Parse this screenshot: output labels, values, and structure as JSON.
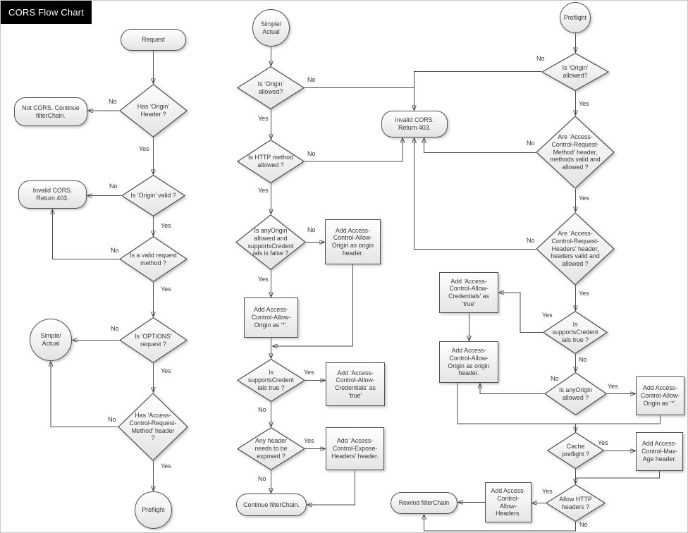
{
  "title": "CORS Flow Chart",
  "labels": {
    "yes": "Yes",
    "no": "No"
  },
  "colors": {
    "title_bg": "#000000",
    "title_text": "#ffffff",
    "shape_border": "#4f4f4f",
    "shape_fill_top": "#ffffff",
    "shape_fill_bottom": "#e3e3e3",
    "connector": "#4a4a4a",
    "text": "#383838"
  },
  "nodes": {
    "request": "Request",
    "has_origin_header": "Has ‘Origin’\nHeader ?",
    "not_cors": "Not CORS. Continue\nfilterChain.",
    "is_origin_valid": "Is ‘Origin’ valid ?",
    "invalid_cors_left": "Invalid CORS.\nReturn 403.",
    "is_valid_request_method": "Is a valid request\nmethod ?",
    "is_options_request": "Is ‘OPTIONS’\nrequest ?",
    "simple_actual_left": "Simple/\nActual",
    "has_acrm_header": "Has ‘Access-\nControl-Request-\nMethod’ header\n?",
    "preflight_left": "Preflight",
    "simple_actual_mid": "Simple/\nActual",
    "is_origin_allowed_mid": "Is ‘Origin’\nallowed?",
    "is_http_method_allowed": "Is HTTP method\nallowed ?",
    "anyorigin_supportscred": "Is anyOrigin\nallowed and\nsupportsCredent\nials is false ?",
    "add_origin_header_mid": "Add Access-\nControl-Allow-\nOrigin as origin\nheader.",
    "add_origin_star_mid": "Add Access-\nControl-Allow-\nOrigin as ‘*’.",
    "supportscred_mid": "Is\nsupportsCredent\nials true ?",
    "add_credentials_mid": "Add ‘Access-\nControl-Allow-\nCredentials’ as\n‘true’",
    "any_header_exposed": "Any header\nneeds to be\nexposed ?",
    "add_expose_headers": "Add ‘Access-\nControl-Expose-\nHeaders’ header.",
    "continue_filterchain": "Continue filterChain.",
    "invalid_cors_mid": "Invalid CORS.\nReturn 403.",
    "preflight_right": "Preflight",
    "is_origin_allowed_right": "Is ‘Origin’\nallowed?",
    "acrm_valid": "Are ‘Access-\nControl-Request-\nMethod’ header,\nmethods  valid and\nallowed ?",
    "acrh_valid": "Are ‘Access-\nControl-Request-\nHeaders’ header,\nheaders valid and\nallowed ?",
    "supportscred_right": "Is\nsupportsCredent\nials true ?",
    "add_credentials_right": "Add ‘Access-\nControl-Allow-\nCredentials’ as\n‘true’",
    "add_origin_header_right": "Add Access-\nControl-Allow-\nOrigin as origin\nheader.",
    "anyorigin_right": "Is anyOrigin\nallowed ?",
    "add_origin_star_right": "Add Access-\nControl-Allow-\nOrigin as ‘*’.",
    "cache_preflight": "Cache\npreflight ?",
    "add_max_age": "Add Access-\nControl-Max-\nAge header.",
    "allow_http_headers": "Allow HTTP\nheaders ?",
    "add_allow_headers": "Add Access-\nControl-\nAllow-\nHeaders.",
    "rewind_filterchain": "Rewind filterChain"
  },
  "edges": [
    {
      "from": "request",
      "to": "has_origin_header",
      "label": ""
    },
    {
      "from": "has_origin_header",
      "to": "not_cors",
      "label": "No"
    },
    {
      "from": "has_origin_header",
      "to": "is_origin_valid",
      "label": "Yes"
    },
    {
      "from": "is_origin_valid",
      "to": "invalid_cors_left",
      "label": "No"
    },
    {
      "from": "is_origin_valid",
      "to": "is_valid_request_method",
      "label": "Yes"
    },
    {
      "from": "is_valid_request_method",
      "to": "invalid_cors_left",
      "label": "No"
    },
    {
      "from": "is_valid_request_method",
      "to": "is_options_request",
      "label": "Yes"
    },
    {
      "from": "is_options_request",
      "to": "simple_actual_left",
      "label": "No"
    },
    {
      "from": "is_options_request",
      "to": "has_acrm_header",
      "label": "Yes"
    },
    {
      "from": "has_acrm_header",
      "to": "simple_actual_left",
      "label": "No"
    },
    {
      "from": "has_acrm_header",
      "to": "preflight_left",
      "label": "Yes"
    },
    {
      "from": "simple_actual_mid",
      "to": "is_origin_allowed_mid",
      "label": ""
    },
    {
      "from": "is_origin_allowed_mid",
      "to": "invalid_cors_mid",
      "label": "No"
    },
    {
      "from": "is_origin_allowed_mid",
      "to": "is_http_method_allowed",
      "label": "Yes"
    },
    {
      "from": "is_http_method_allowed",
      "to": "invalid_cors_mid",
      "label": "No"
    },
    {
      "from": "is_http_method_allowed",
      "to": "anyorigin_supportscred",
      "label": "Yes"
    },
    {
      "from": "anyorigin_supportscred",
      "to": "add_origin_header_mid",
      "label": "No"
    },
    {
      "from": "anyorigin_supportscred",
      "to": "add_origin_star_mid",
      "label": "Yes"
    },
    {
      "from": "add_origin_header_mid",
      "to": "supportscred_mid",
      "label": ""
    },
    {
      "from": "add_origin_star_mid",
      "to": "supportscred_mid",
      "label": ""
    },
    {
      "from": "supportscred_mid",
      "to": "add_credentials_mid",
      "label": "Yes"
    },
    {
      "from": "supportscred_mid",
      "to": "any_header_exposed",
      "label": "No"
    },
    {
      "from": "any_header_exposed",
      "to": "add_expose_headers",
      "label": "Yes"
    },
    {
      "from": "any_header_exposed",
      "to": "continue_filterchain",
      "label": "No"
    },
    {
      "from": "add_expose_headers",
      "to": "continue_filterchain",
      "label": ""
    },
    {
      "from": "preflight_right",
      "to": "is_origin_allowed_right",
      "label": ""
    },
    {
      "from": "is_origin_allowed_right",
      "to": "invalid_cors_mid",
      "label": "No"
    },
    {
      "from": "is_origin_allowed_right",
      "to": "acrm_valid",
      "label": "Yes"
    },
    {
      "from": "acrm_valid",
      "to": "invalid_cors_mid",
      "label": "No"
    },
    {
      "from": "acrm_valid",
      "to": "acrh_valid",
      "label": "Yes"
    },
    {
      "from": "acrh_valid",
      "to": "invalid_cors_mid",
      "label": "No"
    },
    {
      "from": "acrh_valid",
      "to": "supportscred_right",
      "label": "Yes"
    },
    {
      "from": "supportscred_right",
      "to": "add_credentials_right",
      "label": "Yes"
    },
    {
      "from": "supportscred_right",
      "to": "anyorigin_right",
      "label": "No"
    },
    {
      "from": "add_credentials_right",
      "to": "add_origin_header_right",
      "label": ""
    },
    {
      "from": "anyorigin_right",
      "to": "add_origin_header_right",
      "label": "No"
    },
    {
      "from": "anyorigin_right",
      "to": "add_origin_star_right",
      "label": "Yes"
    },
    {
      "from": "add_origin_header_right",
      "to": "cache_preflight",
      "label": ""
    },
    {
      "from": "add_origin_star_right",
      "to": "cache_preflight",
      "label": ""
    },
    {
      "from": "cache_preflight",
      "to": "add_max_age",
      "label": "Yes"
    },
    {
      "from": "cache_preflight",
      "to": "allow_http_headers",
      "label": ""
    },
    {
      "from": "add_max_age",
      "to": "allow_http_headers",
      "label": ""
    },
    {
      "from": "allow_http_headers",
      "to": "add_allow_headers",
      "label": "Yes"
    },
    {
      "from": "allow_http_headers",
      "to": "rewind_filterchain",
      "label": "No"
    },
    {
      "from": "add_allow_headers",
      "to": "rewind_filterchain",
      "label": ""
    }
  ]
}
